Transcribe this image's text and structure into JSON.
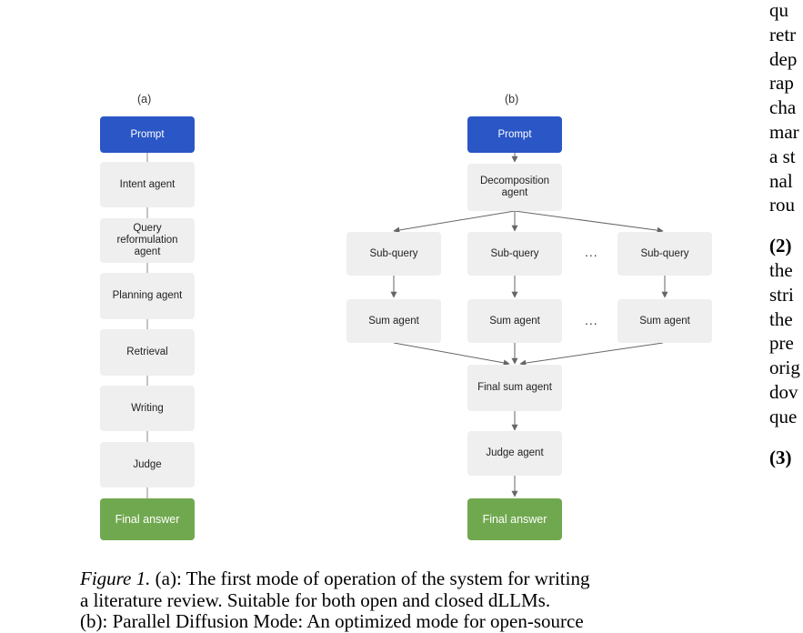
{
  "panel_a": {
    "label": "(a)",
    "steps": [
      "Prompt",
      "Intent agent",
      "Query\nreformulation\nagent",
      "Planning agent",
      "Retrieval",
      "Writing",
      "Judge",
      "Final answer"
    ]
  },
  "panel_b": {
    "label": "(b)",
    "prompt": "Prompt",
    "decomposition": "Decomposition\nagent",
    "subqueries": [
      "Sub-query",
      "Sub-query",
      "Sub-query"
    ],
    "sum_agents": [
      "Sum agent",
      "Sum agent",
      "Sum agent"
    ],
    "ellipsis": "...",
    "final_sum": "Final sum agent",
    "judge": "Judge agent",
    "final_answer": "Final answer"
  },
  "colors": {
    "prompt": "#2a56c6",
    "final": "#70a84f",
    "node": "#efefef",
    "edge": "#666666"
  },
  "caption": {
    "label": "Figure 1.",
    "line1": " (a): The first mode of operation of the system for writing",
    "line2": "a literature review.  Suitable for both open and closed dLLMs.",
    "line3": "(b): Parallel Diffusion Mode: An optimized mode for open-source"
  },
  "right_column": {
    "para1": [
      "qu",
      "retr",
      "dep",
      "rap",
      "cha",
      "mar",
      "a st",
      "nal",
      "rou"
    ],
    "para2_head": "(2)",
    "para2": [
      "the",
      "stri",
      "the",
      "pre",
      "orig",
      "dov",
      "que"
    ],
    "para3_head": "(3)"
  }
}
